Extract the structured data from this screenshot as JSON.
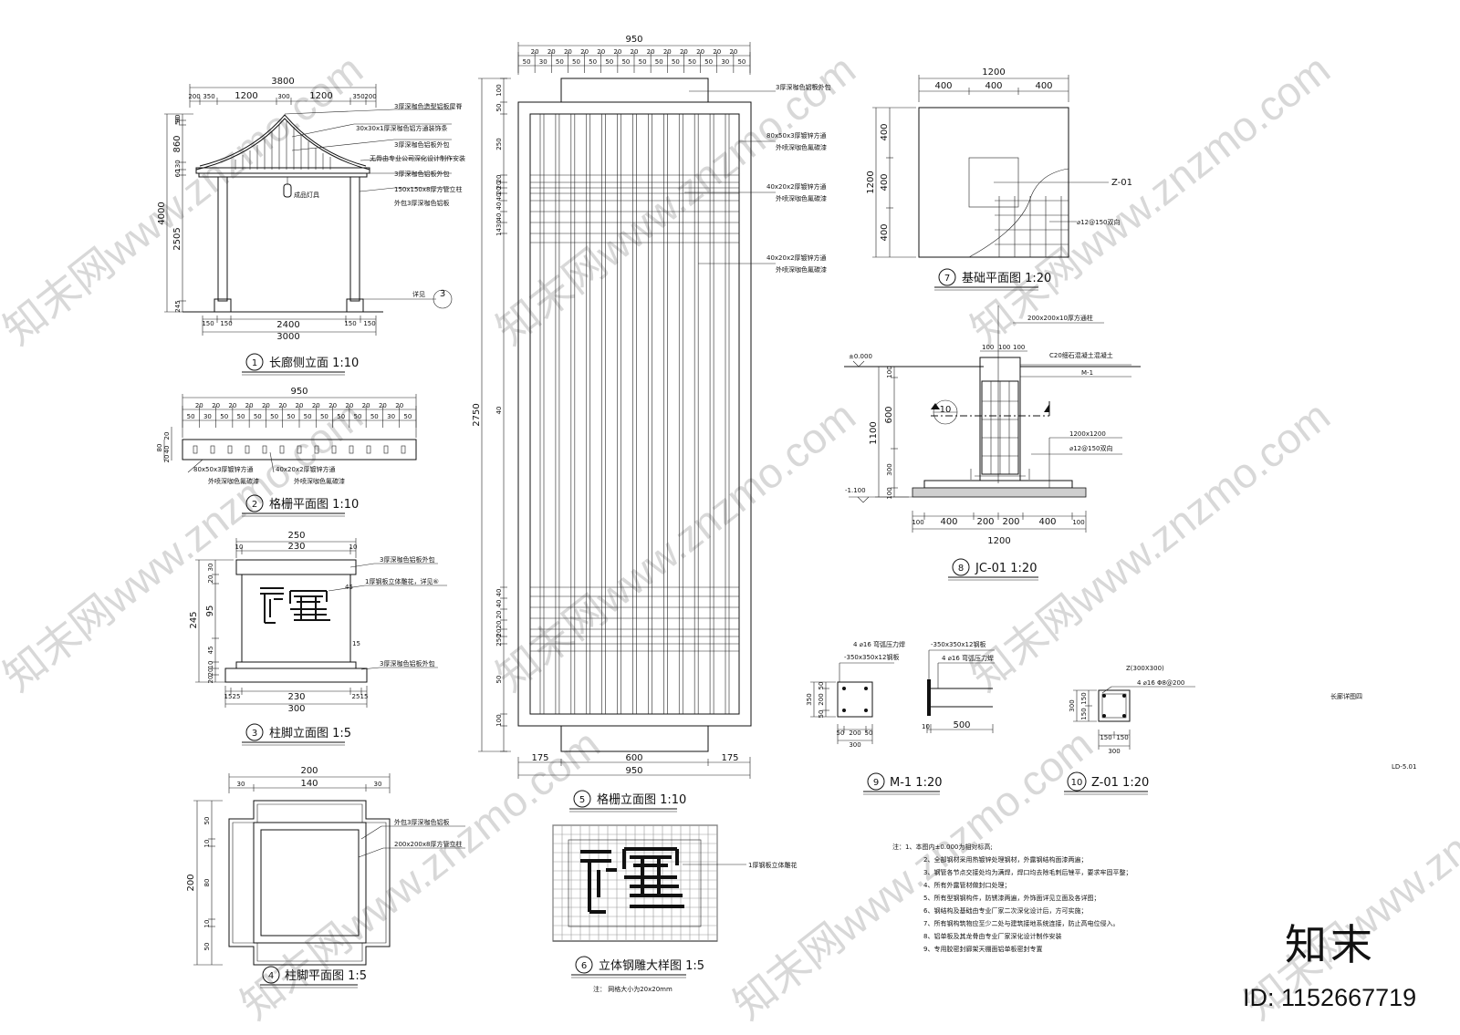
{
  "sheet": {
    "sheet_name": "长廊详图四",
    "sheet_code": "LD-5.01",
    "logo_text": "知末",
    "id_text": "ID: 1152667719",
    "watermark": "知末网www.znzmo.com"
  },
  "views": {
    "v1": {
      "num": "1",
      "title": "长廊侧立面 1:10",
      "dims_top_total": "3800",
      "dims_top": [
        "200",
        "350",
        "1200",
        "300",
        "1200",
        "350",
        "200"
      ],
      "dims_left": [
        "90",
        "50",
        "860",
        "130",
        "60",
        "4000",
        "2505",
        "245"
      ],
      "dims_bottom": [
        "150",
        "150",
        "2400",
        "150",
        "150"
      ],
      "dims_bottom_total": "3000",
      "lamp": "成品灯具",
      "detail_ref": "详见",
      "detail_num": "3",
      "notes": [
        "3厚深咖色造型铝板屋脊",
        "30x30x1厚深咖色铝方通装饰条",
        "3厚深咖色铝板外包",
        "无骨由专业公司深化设计制作安装",
        "3厚深咖色铝板外包",
        "150x150x8厚方管立柱",
        "外包3厚深咖色铝板"
      ]
    },
    "v2": {
      "num": "2",
      "title": "格栅平面图 1:10",
      "dims_top_total": "950",
      "dims_top": [
        "20",
        "20",
        "20",
        "20",
        "20",
        "20",
        "20",
        "20",
        "20",
        "20",
        "20",
        "20",
        "20"
      ],
      "dims_top2": [
        "50",
        "30",
        "50",
        "50",
        "50",
        "50",
        "50",
        "50",
        "50",
        "50",
        "50",
        "50",
        "30",
        "50"
      ],
      "dims_left": [
        "80",
        "20",
        "40",
        "20"
      ],
      "notes_a": [
        "80x50x3厚镀锌方通",
        "外喷深咖色氟碳漆"
      ],
      "notes_b": [
        "40x20x2厚镀锌方通",
        "外喷深咖色氟碳漆"
      ]
    },
    "v3": {
      "num": "3",
      "title": "柱脚立面图 1:5",
      "dims_top_total": "250",
      "dims_top": [
        "10",
        "230",
        "10"
      ],
      "dims_left": [
        "30",
        "20",
        "95",
        "245",
        "45",
        "10",
        "20",
        "20"
      ],
      "dims_bottom": [
        "15",
        "25",
        "230",
        "25",
        "15"
      ],
      "dims_bottom_total": "300",
      "side_dims": [
        "45",
        "15"
      ],
      "notes": [
        "3厚深咖色铝板外包",
        "1厚钢板立体雕花，详见⑥",
        "3厚深咖色铝板外包"
      ]
    },
    "v4": {
      "num": "4",
      "title": "柱脚平面图 1:5",
      "dims_top_total": "200",
      "dims_top": [
        "30",
        "140",
        "30"
      ],
      "dims_left": [
        "50",
        "10",
        "200",
        "80",
        "10",
        "50"
      ],
      "notes": [
        "外包3厚深咖色铝板",
        "200x200x8厚方管立柱"
      ]
    },
    "v5": {
      "num": "5",
      "title": "格栅立面图 1:10",
      "dims_top_total": "950",
      "dims_top": [
        "20",
        "20",
        "20",
        "20",
        "20",
        "20",
        "20",
        "20",
        "20",
        "20",
        "20",
        "20",
        "20"
      ],
      "dims_top2": [
        "50",
        "30",
        "50",
        "50",
        "50",
        "50",
        "50",
        "50",
        "50",
        "50",
        "50",
        "50",
        "30",
        "50"
      ],
      "dims_left_total": "2750",
      "dims_left": [
        "100",
        "50",
        "250",
        "20",
        "20",
        "20",
        "40",
        "40",
        "40",
        "1430",
        "40",
        "40",
        "40",
        "20",
        "20",
        "20",
        "250",
        "50",
        "100"
      ],
      "dims_bottom": [
        "175",
        "600",
        "175"
      ],
      "dims_bottom_total": "950",
      "notes": [
        [
          "3厚深咖色铝板外包"
        ],
        [
          "80x50x3厚镀锌方通",
          "外喷深咖色氟碳漆"
        ],
        [
          "40x20x2厚镀锌方通",
          "外喷深咖色氟碳漆"
        ],
        [
          "40x20x2厚镀锌方通",
          "外喷深咖色氟碳漆"
        ]
      ]
    },
    "v6": {
      "num": "6",
      "title": "立体钢雕大样图 1:5",
      "note": "1厚钢板立体雕花",
      "sub": "注：  网格大小为20x20mm"
    },
    "v7": {
      "num": "7",
      "title": "基础平面图 1:20",
      "dims_top_total": "1200",
      "dims_top": [
        "400",
        "400",
        "400"
      ],
      "dims_left_total": "1200",
      "dims_left": [
        "400",
        "400",
        "400"
      ],
      "labels": [
        "Z-01",
        "⌀12@150双向"
      ]
    },
    "v8": {
      "num": "8",
      "title": "JC-01 1:20",
      "labels": [
        "200x200x10厚方通柱",
        "C20细石混凝土混凝土",
        "M-1",
        "1200x1200",
        "⌀12@150双向",
        "±0.000",
        "-1.100"
      ],
      "section_ref": "10",
      "dims_top": [
        "100",
        "100",
        "100"
      ],
      "dims_left": [
        "100",
        "600",
        "1100",
        "300",
        "100"
      ],
      "dims_bottom": [
        "100",
        "400",
        "200",
        "200",
        "400",
        "100"
      ],
      "dims_bottom_total": "1200"
    },
    "v9": {
      "num": "9",
      "title": "M-1 1:20",
      "labels": [
        "4 ⌀16 弯弧压力焊",
        "-350x350x12钢板",
        "-350x350x12钢板",
        "4 ⌀16 弯弧压力焊"
      ],
      "dims_left": [
        "350",
        "50",
        "200",
        "50"
      ],
      "dims_bottom": [
        "50",
        "200",
        "50"
      ],
      "dims_bottom_total": "300",
      "dims_bar": [
        "10",
        "500"
      ]
    },
    "v10": {
      "num": "10",
      "title": "Z-01 1:20",
      "labels": [
        "Z(300X300)",
        "4 ⌀16   Φ8@200"
      ],
      "dims_left": [
        "300",
        "150",
        "150"
      ],
      "dims_bottom": [
        "150",
        "150"
      ],
      "dims_bottom_total": "300"
    }
  },
  "notes": {
    "lead": "注：1、本图内±0.000为相对标高;",
    "items": [
      "2、全部钢材采用热镀锌处理钢材，外露钢结构面漆两遍；",
      "3、钢管各节点交接处均为满焊，焊口均去除毛刺后锉平，要求牢固平整；",
      "4、所有外露管材做封口处理；",
      "5、所有型钢钢构件，防锈漆两遍，外饰面详见立面及各详图；",
      "6、钢结构及基础由专业厂家二次深化设计后，方可实施；",
      "7、所有钢构筑物应至少二处与建筑接地系统连接，防止高电位侵入。",
      "8、铝单板及其龙骨由专业厂家深化设计制作安装",
      "9、专用胶密封廊架天棚面铝单板密封专置"
    ]
  }
}
